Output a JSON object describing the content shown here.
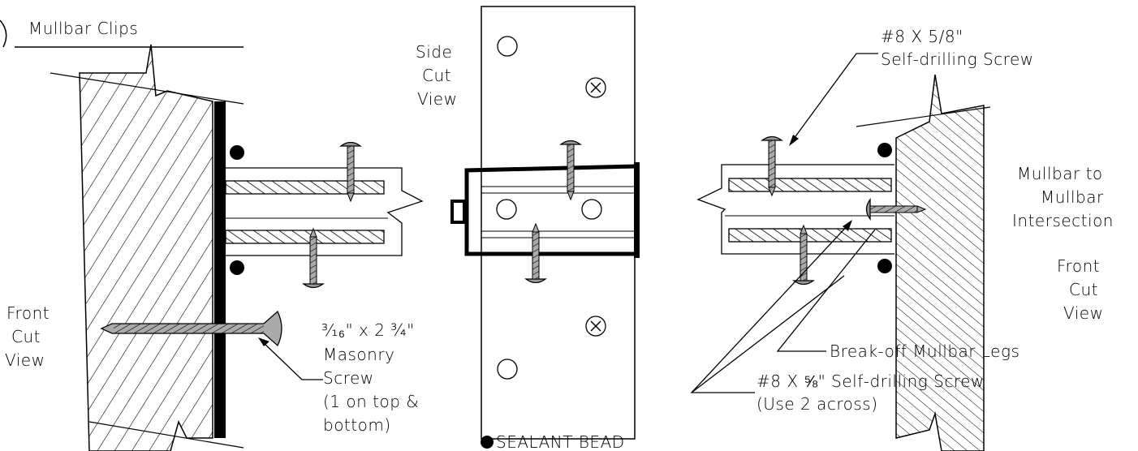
{
  "title": "Mullbar Clips",
  "labels": {
    "side_cut": [
      "Side",
      "Cut",
      "View"
    ],
    "front_cut_left": [
      "Front",
      "Cut",
      "View"
    ],
    "front_cut_right": [
      "Front",
      "Cut",
      "View"
    ],
    "intersection": [
      "Mullbar to",
      "Mullbar",
      "Intersection"
    ],
    "top_screw": [
      "#8 X 5/8\"",
      "Self-drilling Screw"
    ],
    "masonry_size": "³⁄₁₆\" x 2 ¾\"",
    "masonry": [
      "Masonry",
      "Screw",
      "(1 on top &",
      "bottom)"
    ],
    "break_off": "Break-off Mullbar Legs",
    "bottom_screw": [
      "#8 X ⅝\" Self-drilling Screw",
      "(Use 2 across)"
    ],
    "legend": "SEALANT BEAD"
  }
}
